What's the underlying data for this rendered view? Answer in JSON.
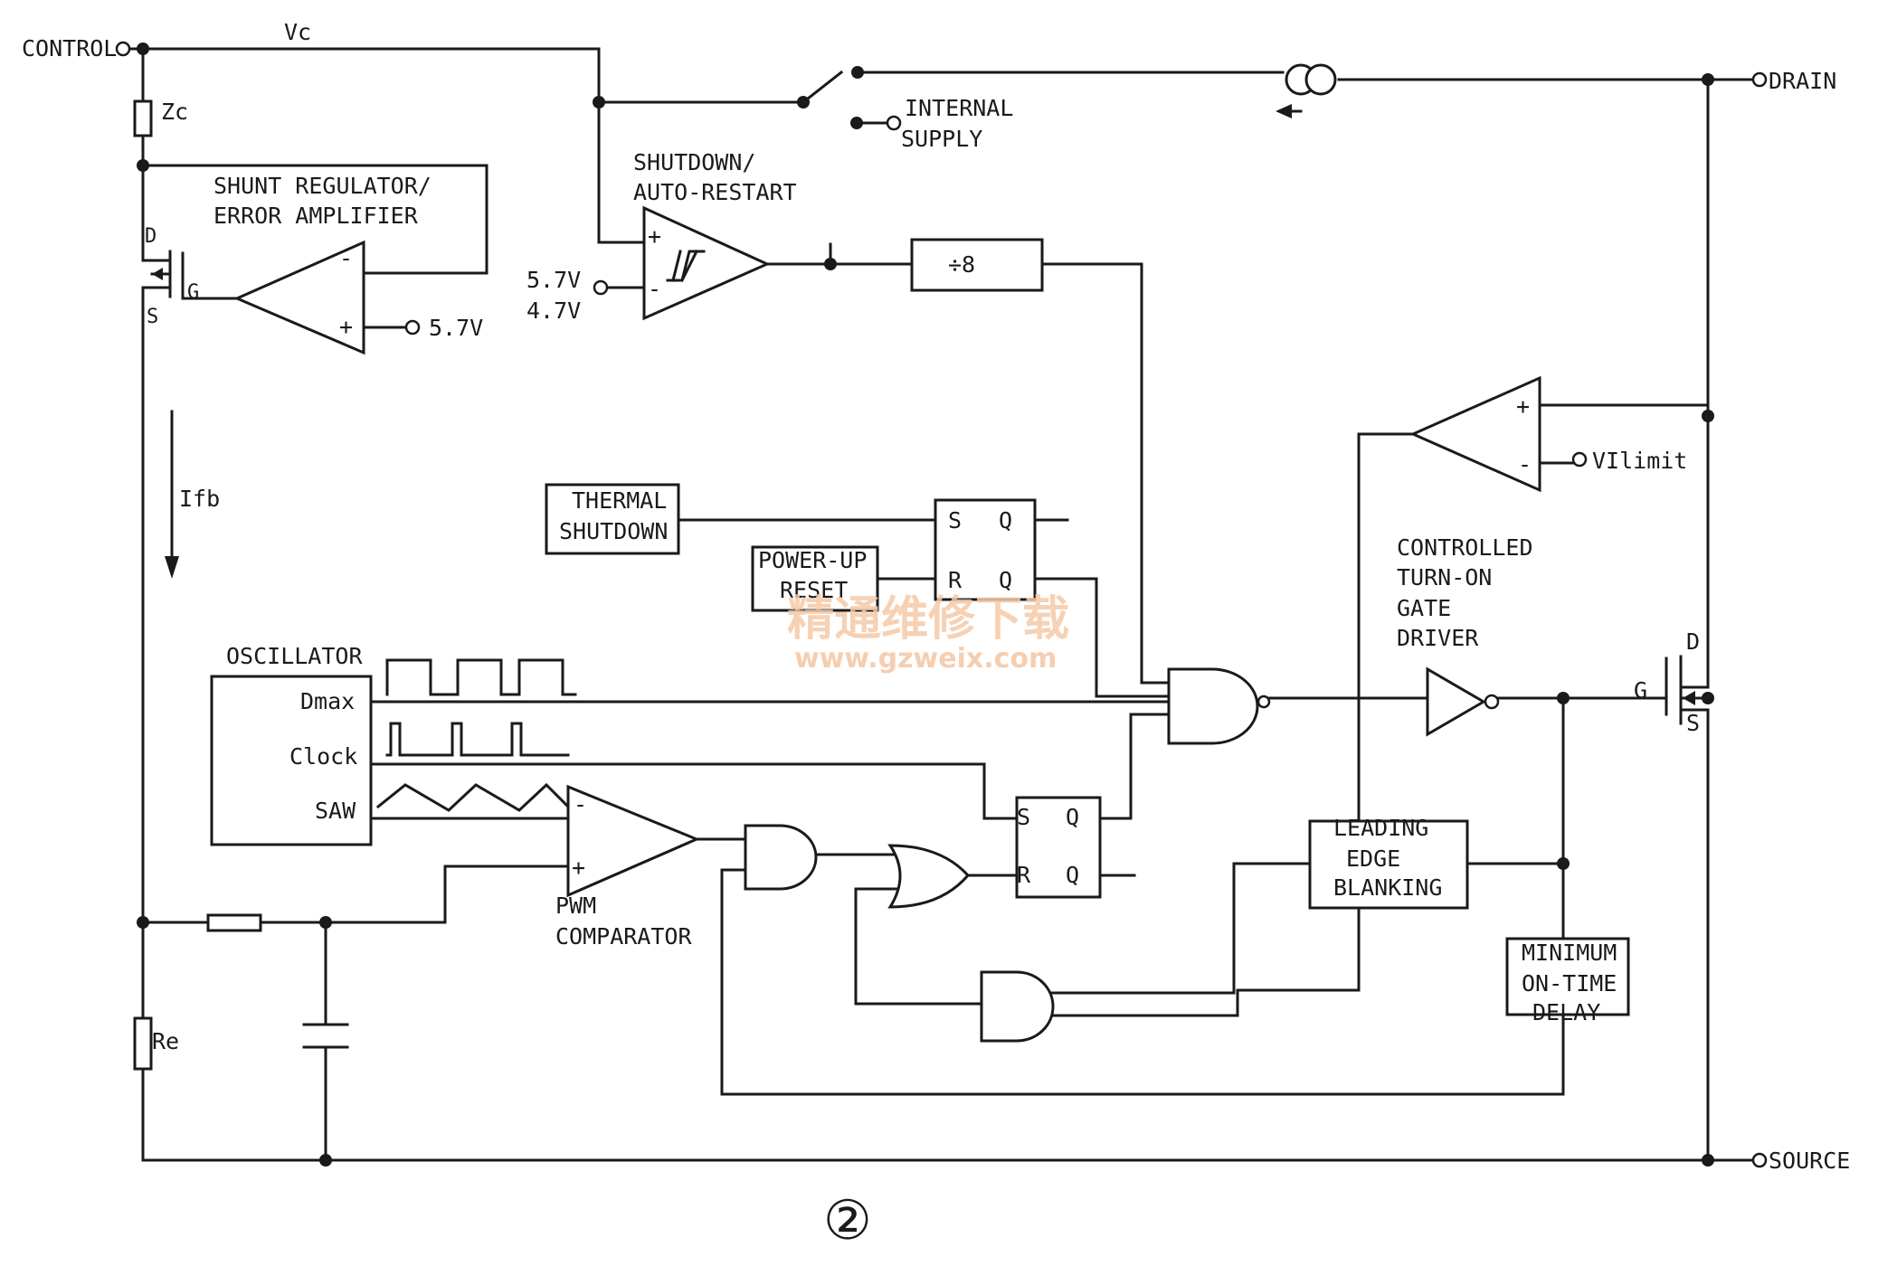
{
  "pins": {
    "control": "CONTROL",
    "drain": "DRAIN",
    "source": "SOURCE"
  },
  "labels": {
    "vc": "Vc",
    "zc": "Zc",
    "re": "Re",
    "ifb": "Ifb",
    "v_ref_57": "5.7V",
    "v_ref_57b": "5.7V",
    "v_ref_47": "4.7V",
    "vilimit": "VIlimit",
    "mosfet_d": "D",
    "mosfet_g": "G",
    "mosfet_s": "S",
    "shunt_d": "D",
    "shunt_g": "G",
    "shunt_s": "S",
    "plus": "+",
    "minus": "-",
    "s": "S",
    "r": "R",
    "q": "Q",
    "figure_number": "②"
  },
  "blocks": {
    "shunt_regulator": [
      "SHUNT REGULATOR/",
      "ERROR AMPLIFIER"
    ],
    "shutdown": [
      "SHUTDOWN/",
      "AUTO-RESTART"
    ],
    "internal_supply": [
      "INTERNAL",
      "SUPPLY"
    ],
    "divider": "÷8",
    "thermal_shutdown": [
      "THERMAL",
      "SHUTDOWN"
    ],
    "power_up_reset": [
      "POWER-UP",
      "RESET"
    ],
    "controlled_gate_driver": [
      "CONTROLLED",
      "TURN-ON",
      "GATE",
      "DRIVER"
    ],
    "oscillator": {
      "title": "OSCILLATOR",
      "dmax": "Dmax",
      "clock": "Clock",
      "saw": "SAW"
    },
    "pwm_comparator": [
      "PWM",
      "COMPARATOR"
    ],
    "leading_edge_blanking": [
      "LEADING",
      "EDGE",
      "BLANKING"
    ],
    "minimum_on_time_delay": [
      "MINIMUM",
      "ON-TIME",
      "DELAY"
    ]
  },
  "watermark": {
    "cn": "精通维修下载",
    "url": "www.gzweix.com"
  }
}
